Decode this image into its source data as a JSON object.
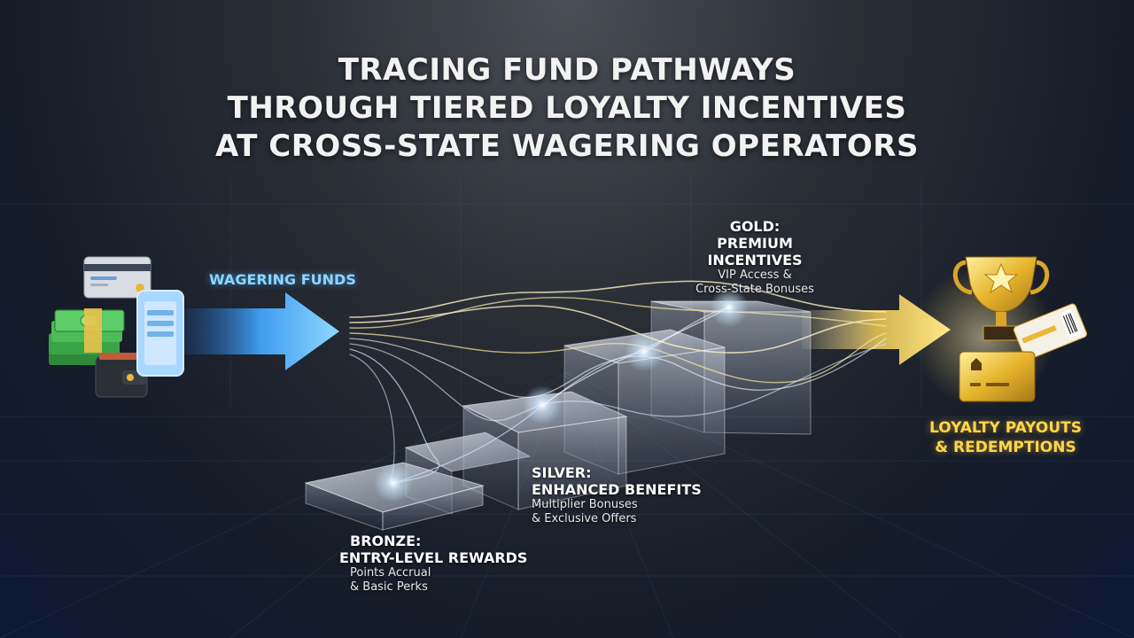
{
  "title": {
    "line1": "TRACING FUND PATHWAYS",
    "line2": "THROUGH TIERED LOYALTY INCENTIVES",
    "line3": "AT CROSS-STATE WAGERING OPERATORS"
  },
  "input": {
    "label": "WAGERING FUNDS"
  },
  "tiers": {
    "bronze": {
      "name": "BRONZE:",
      "subtitle": "ENTRY-LEVEL REWARDS",
      "desc1": "Points Accrual",
      "desc2": "& Basic Perks"
    },
    "silver": {
      "name": "SILVER:",
      "subtitle": "ENHANCED BENEFITS",
      "desc1": "Multiplier Bonuses",
      "desc2": "& Exclusive Offers"
    },
    "gold": {
      "name": "GOLD:",
      "subtitle": "PREMIUM INCENTIVES",
      "desc1": "VIP Access &",
      "desc2": "Cross-State Bonuses"
    }
  },
  "output": {
    "line1": "LOYALTY PAYOUTS",
    "line2": "& REDEMPTIONS"
  },
  "colors": {
    "blue_arrow": "#4fb3ff",
    "gold_arrow": "#ffc93c",
    "flow_lines": "#fff2c4",
    "money": "#3fae4a"
  },
  "icons": [
    "credit-card-icon",
    "cash-stack-icon",
    "wallet-icon",
    "smartphone-icon",
    "trophy-icon",
    "ticket-icon",
    "loyalty-card-icon"
  ]
}
